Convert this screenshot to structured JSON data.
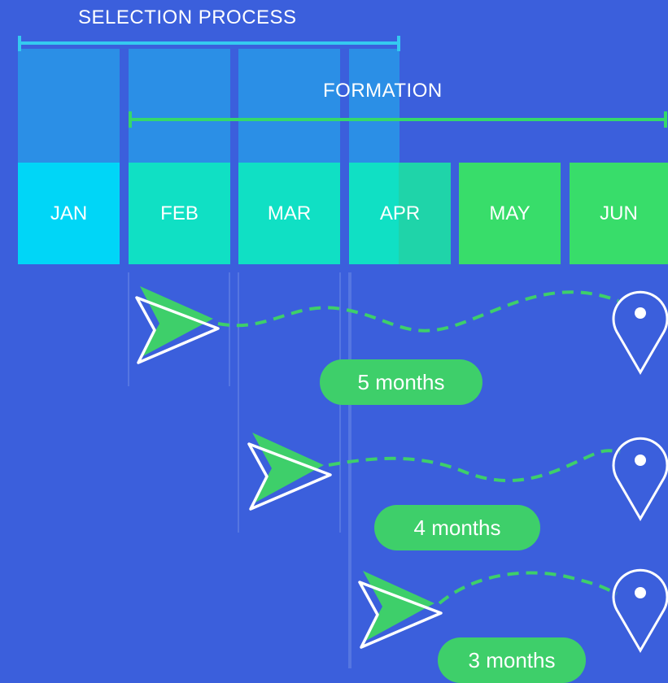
{
  "header": {
    "selection_label": "SELECTION PROCESS",
    "formation_label": "FORMATION"
  },
  "months": [
    "JAN",
    "FEB",
    "MAR",
    "APR",
    "MAY",
    "JUN"
  ],
  "tracks": [
    {
      "duration_label": "5 months",
      "start_month": "FEB"
    },
    {
      "duration_label": "4 months",
      "start_month": "MAR"
    },
    {
      "duration_label": "3 months",
      "start_month": "APR"
    }
  ],
  "colors": {
    "background": "#3b5fdc",
    "selection": "#2b8fe6",
    "jan": "#00d6f7",
    "teal": "#10e0c4",
    "green": "#38dd6a",
    "cyan_line": "#1ee3ff",
    "orange": "#ff6a33",
    "yellow": "#ffe01a"
  },
  "icons": [
    "arrow-icon",
    "map-pin-icon"
  ]
}
